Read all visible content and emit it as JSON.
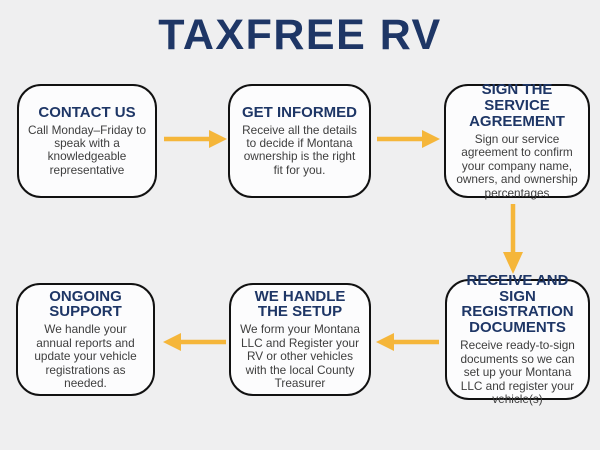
{
  "title": "TAXFREE RV",
  "colors": {
    "navy": "#1e3666",
    "arrow": "#f5b63a",
    "background": "#efeff0",
    "box_bg": "#fcfcfd",
    "border": "#111111",
    "body_text": "#3e3e3e"
  },
  "steps": [
    {
      "heading": "CONTACT US",
      "body": "Call Monday–Friday to speak with a knowledgeable representative"
    },
    {
      "heading": "GET INFORMED",
      "body": "Receive all the details to decide if Montana ownership is the right fit for you."
    },
    {
      "heading": "SIGN THE SERVICE AGREEMENT",
      "body": "Sign our service agreement to confirm your company name, owners, and ownership percentages"
    },
    {
      "heading": "RECEIVE AND SIGN REGISTRATION DOCUMENTS",
      "body": "Receive ready-to-sign documents so we can set up your Montana LLC and register your vehicle(s)"
    },
    {
      "heading": "WE HANDLE THE SETUP",
      "body": "We form your Montana LLC and Register your RV or other vehicles with the local County Treasurer"
    },
    {
      "heading": "ONGOING SUPPORT",
      "body": "We handle your annual reports and update your vehicle registrations as needed."
    }
  ]
}
